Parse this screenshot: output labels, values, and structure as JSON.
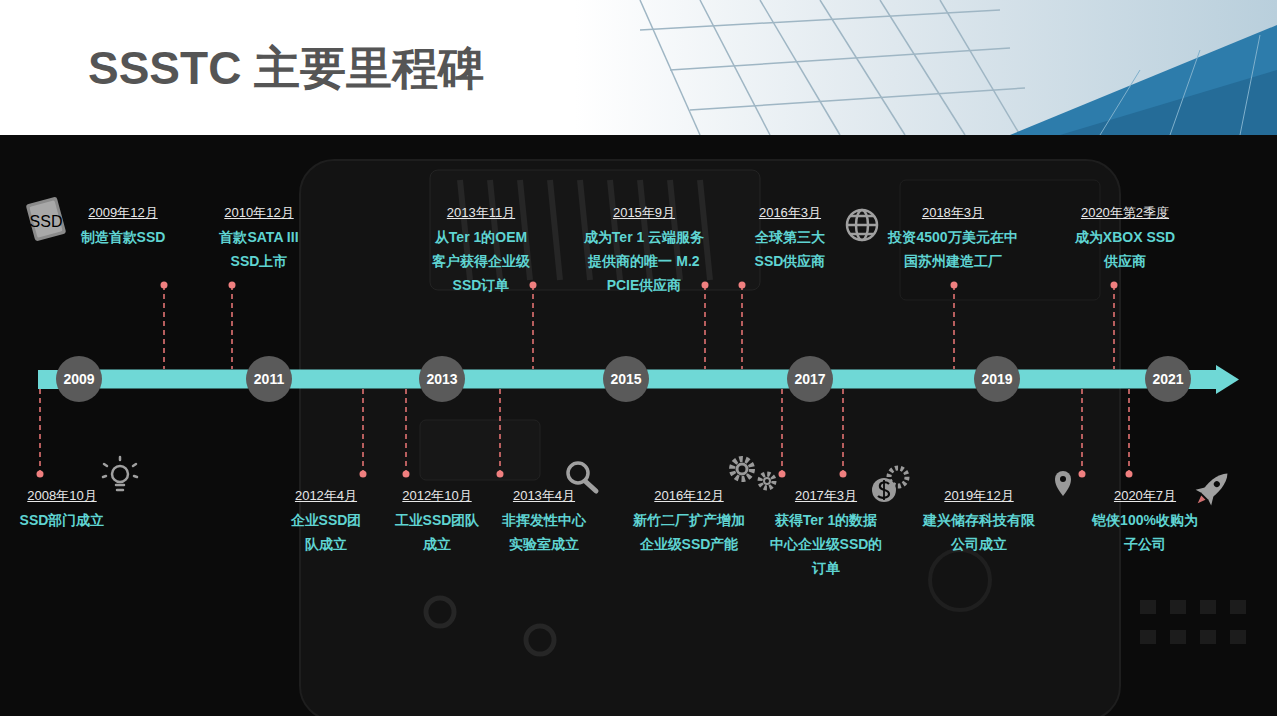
{
  "diagram": {
    "title": "SSSTC 主要里程碑",
    "nodes": [
      {
        "text": [
          "2009"
        ]
      },
      {
        "text": [
          "2011"
        ]
      },
      {
        "text": [
          "2013"
        ]
      },
      {
        "text": [
          "2015"
        ]
      },
      {
        "text": [
          "2017"
        ]
      },
      {
        "text": [
          "2019"
        ]
      },
      {
        "text": [
          "2021"
        ]
      }
    ],
    "edges": [
      {
        "from": 0,
        "to": 1,
        "arrow": "none"
      },
      {
        "from": 1,
        "to": 2,
        "arrow": "none"
      },
      {
        "from": 2,
        "to": 3,
        "arrow": "none"
      },
      {
        "from": 3,
        "to": 4,
        "arrow": "none"
      },
      {
        "from": 4,
        "to": 5,
        "arrow": "none"
      },
      {
        "from": 5,
        "to": 6,
        "arrow": "none"
      }
    ],
    "labels": [
      "SSD",
      "2009年12月",
      "制造首款SSD",
      "2010年12月",
      "首款SATA III SSD上市",
      "2013年11月",
      "从Ter 1的OEM 客户获得企业级 SSD订单",
      "2015年9月",
      "成为Ter 1 云端服务 提供商的唯一 M.2 PCIE供应商",
      "2016年3月",
      "全球第三大 SSD供应商",
      "2018年3月",
      "投资4500万美元在中 国苏州建造工厂",
      "2020年第2季度",
      "成为XBOX SSD 供应商",
      "2008年10月",
      "SSD部门成立",
      "2012年4月",
      "企业SSD团 队成立",
      "2012年10月",
      "工业SSD团队 成立",
      "2013年4月",
      "非挥发性中心 实验室成立",
      "2016年12月",
      "新竹二厂扩产增加 企业级SSD产能",
      "2017年3月",
      "获得Ter 1的数据 中心企业级SSD的 订单",
      "2019年12月",
      "建兴储存科技有限 公司成立",
      "2020年7月",
      "铠侠100%收购为 子公司"
    ]
  }
}
